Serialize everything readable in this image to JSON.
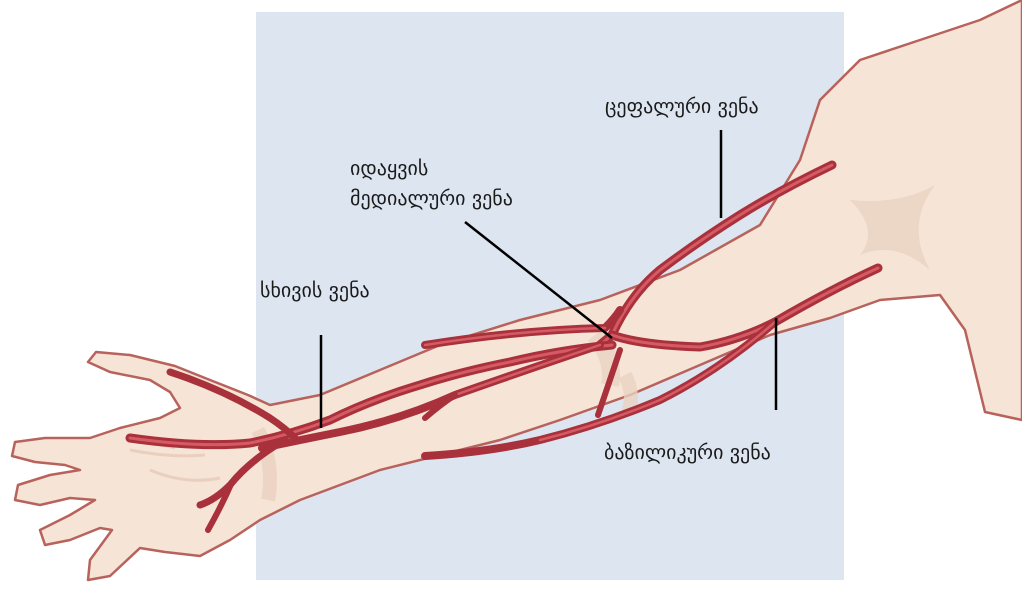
{
  "labels": {
    "cephalic_vein": "ცეფალური ვენა",
    "median_cubital_vein_line1": "იდაყვის",
    "median_cubital_vein_line2": "მედიალური ვენა",
    "radial_vein": "სხივის ვენა",
    "basilic_vein": "ბაზილიკური ვენა"
  },
  "colors": {
    "background_panel": "#dde5f1",
    "skin": "#f6e4d6",
    "skin_outline": "#b8625c",
    "vein": "#a8313c",
    "vein_highlight": "#d65a64",
    "leader_line": "#000000"
  }
}
